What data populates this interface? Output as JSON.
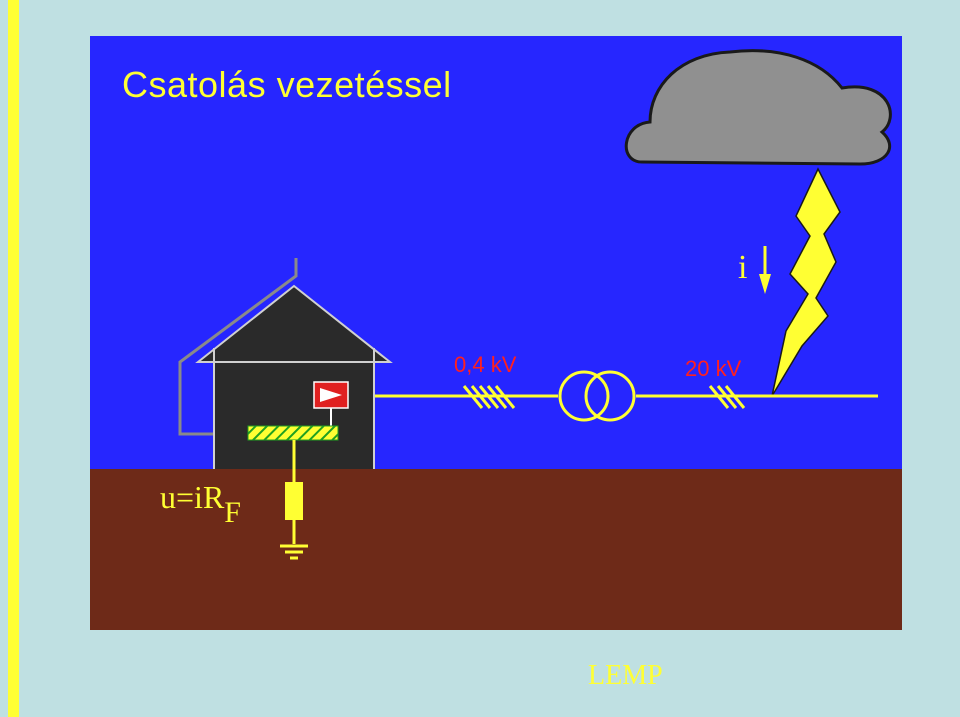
{
  "title": "Csatolás vezetéssel",
  "labels": {
    "low_voltage": "0,4 kV",
    "high_voltage": "20 kV",
    "current": "i",
    "formula_main": "u=iR",
    "formula_sub": "F"
  },
  "footer": "LEMP",
  "colors": {
    "sky": "#2626ff",
    "ground": "#6e2a18",
    "accent_yellow": "#ffff33",
    "voltage_label_red": "#ff2020",
    "house": "#2a2a2a",
    "cloud": "#909090",
    "frame": "#bfe0e2"
  },
  "icons": [
    "cloud",
    "lightning-bolt",
    "house",
    "surge-arrester",
    "transformer",
    "ground-symbol",
    "earth-resistor",
    "current-arrow"
  ]
}
